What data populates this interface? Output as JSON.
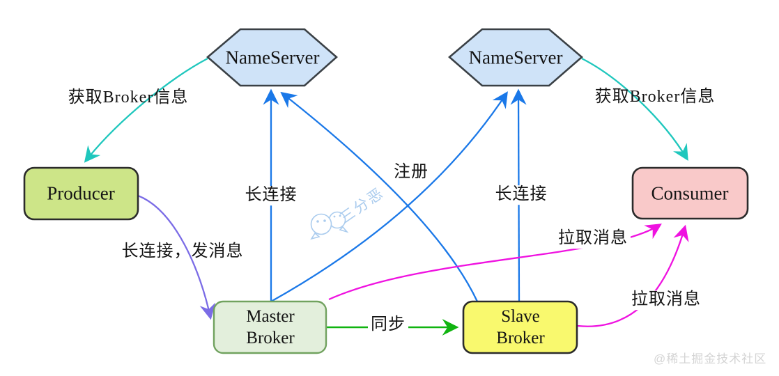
{
  "nodes": {
    "nameserver_left": {
      "label": "NameServer",
      "fill": "#cfe3f8",
      "stroke": "#3a4045"
    },
    "nameserver_right": {
      "label": "NameServer",
      "fill": "#cfe3f8",
      "stroke": "#3a4045"
    },
    "producer": {
      "label": "Producer",
      "fill": "#cde588",
      "stroke": "#2b2b2b"
    },
    "consumer": {
      "label": "Consumer",
      "fill": "#f9c9c9",
      "stroke": "#2b2b2b"
    },
    "master_broker": {
      "lines": [
        "Master",
        "Broker"
      ],
      "fill": "#e3efdc",
      "stroke": "#71a25f"
    },
    "slave_broker": {
      "lines": [
        "Slave",
        "Broker"
      ],
      "fill": "#f9f96e",
      "stroke": "#2b2b2b"
    }
  },
  "edges": {
    "get_broker_left": {
      "label": "获取Broker信息",
      "color": "#1fc7bd"
    },
    "get_broker_right": {
      "label": "获取Broker信息",
      "color": "#1fc7bd"
    },
    "long_conn_master": {
      "label": "长连接",
      "color": "#1a78e8"
    },
    "long_conn_slave": {
      "label": "长连接",
      "color": "#1a78e8"
    },
    "register": {
      "label": "注册",
      "color": "#1a78e8"
    },
    "send_message": {
      "label": "长连接，发消息",
      "color": "#7b6ce6"
    },
    "sync": {
      "label": "同步",
      "color": "#10b410"
    },
    "pull_master": {
      "label": "拉取消息",
      "color": "#ef12e0"
    },
    "pull_slave": {
      "label": "拉取消息",
      "color": "#ef12e0"
    }
  },
  "watermark": {
    "text": "三分恶",
    "icon": "wechat-icon",
    "color": "#abccee"
  },
  "credit": {
    "text": "@稀土掘金技术社区",
    "color": "#d4d4d4"
  }
}
